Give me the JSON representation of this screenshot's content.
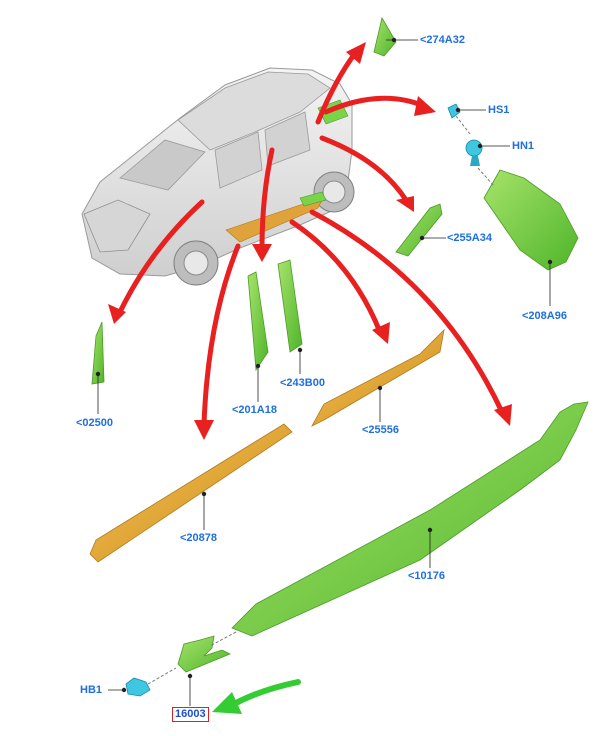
{
  "diagram": {
    "part_labels": {
      "p274A32": "<274A32",
      "hs1": "HS1",
      "hn1": "HN1",
      "p255A34": "<255A34",
      "p208A96": "<208A96",
      "p02500": "<02500",
      "p201A18": "<201A18",
      "p243B00": "<243B00",
      "p25556": "<25556",
      "p20878": "<20878",
      "p10176": "<10176",
      "hb1": "HB1",
      "p16003": "16003"
    },
    "colors": {
      "callout_arrow": "#e82020",
      "highlight_arrow": "#33cc33",
      "label_text": "#1f6fe0",
      "highlight_box": "#e02020",
      "green_part": "#6fcf3a",
      "orange_part": "#e2a42a",
      "fastener": "#3fc6e0",
      "car_body": "#e6e6e6"
    }
  }
}
